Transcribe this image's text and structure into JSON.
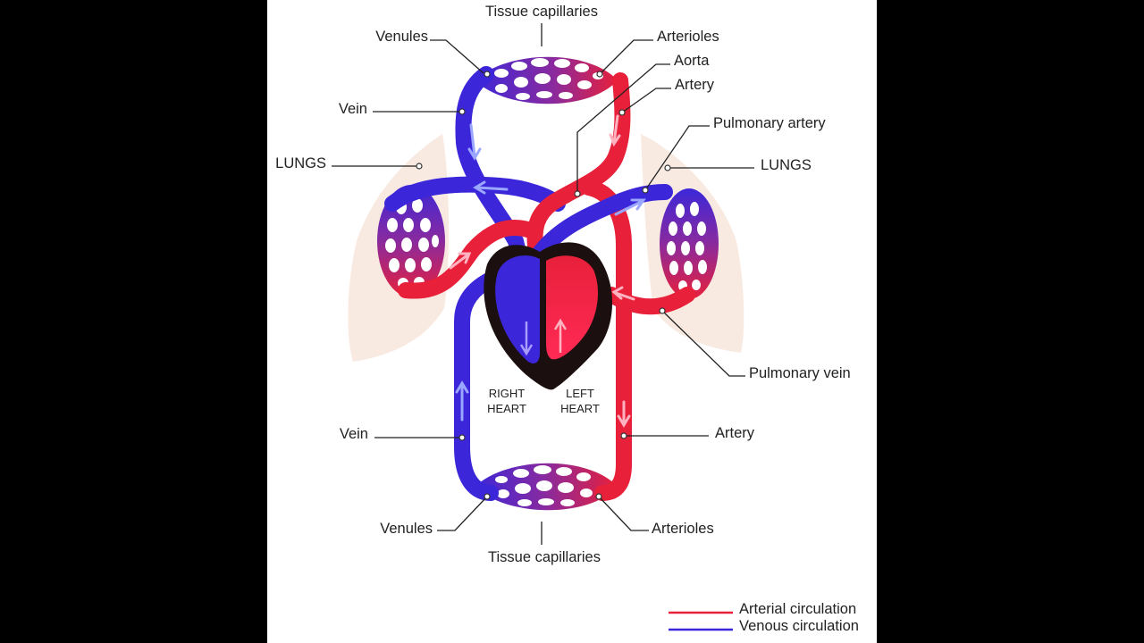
{
  "labels": {
    "tissue_capillaries_top": "Tissue capillaries",
    "venules_top": "Venules",
    "arterioles_top": "Arterioles",
    "aorta": "Aorta",
    "artery_top": "Artery",
    "pulmonary_artery": "Pulmonary artery",
    "vein_top": "Vein",
    "lungs_left": "LUNGS",
    "lungs_right": "LUNGS",
    "pulmonary_vein": "Pulmonary vein",
    "right_heart_line1": "RIGHT",
    "right_heart_line2": "HEART",
    "left_heart_line1": "LEFT",
    "left_heart_line2": "HEART",
    "vein_bottom": "Vein",
    "artery_bottom": "Artery",
    "venules_bottom": "Venules",
    "arterioles_bottom": "Arterioles",
    "tissue_capillaries_bottom": "Tissue capillaries"
  },
  "legend": {
    "arterial": "Arterial circulation",
    "venous": "Venous circulation"
  },
  "colors": {
    "arterial": "#e8203a",
    "venous": "#3b27d9",
    "mixed": "#8a2a9e",
    "lung": "#f8e6dc",
    "heart_dark": "#1c0f0f",
    "page_background": "#000000",
    "panel_background": "#ffffff"
  }
}
